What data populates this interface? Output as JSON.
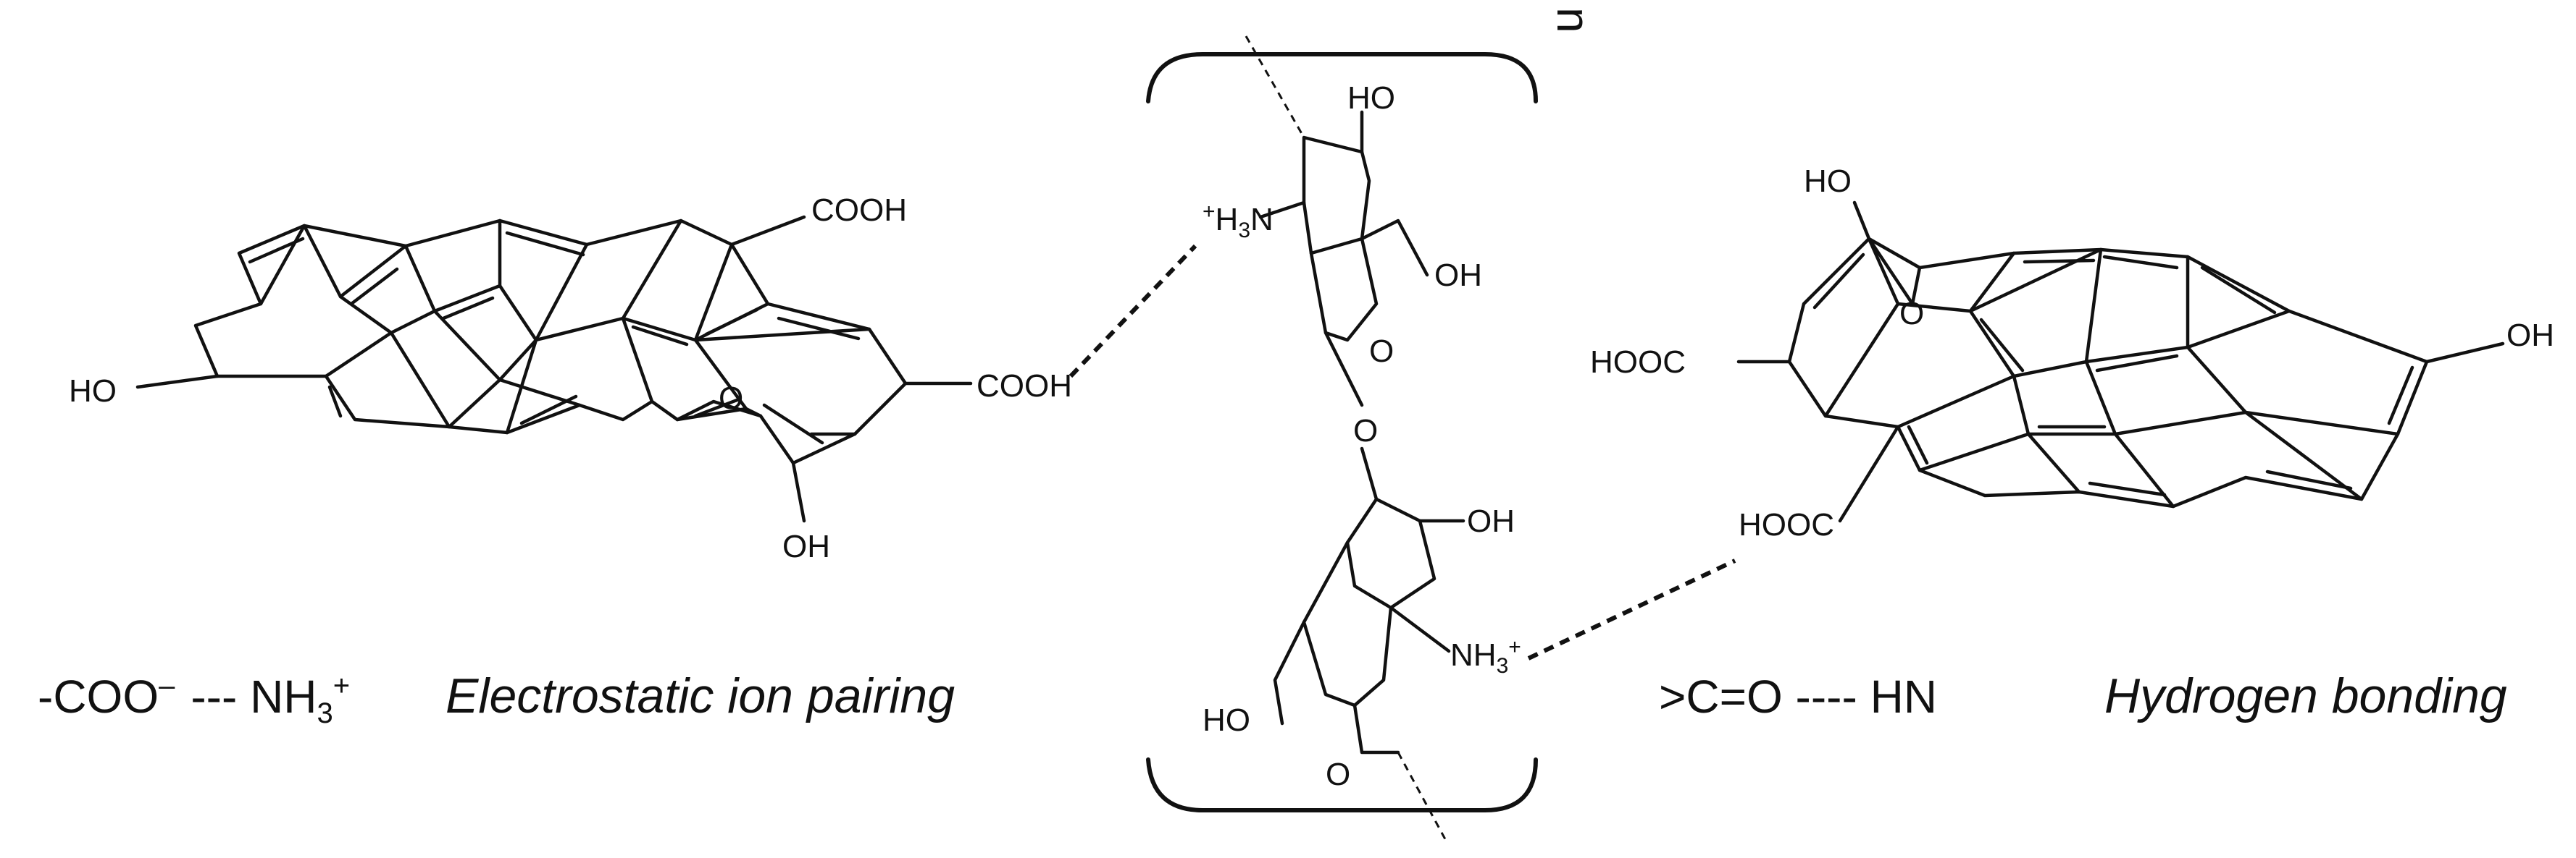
{
  "left_sheet": {
    "cooh_top": "COOH",
    "cooh_mid": "COOH",
    "ho_left": "HO",
    "oh_bottom": "OH",
    "o_epoxide": "O"
  },
  "chitosan": {
    "ho_top": "HO",
    "h3n_top": "H",
    "h3n_top_n": "N",
    "oh_ch2_top": "OH",
    "o_ring_top": "O",
    "o_glycosidic": "O",
    "oh_bottom": "OH",
    "nh3_bottom": "NH",
    "ho_ch2_bottom": "HO",
    "o_ring_bottom": "O",
    "n_label": "n"
  },
  "right_sheet": {
    "ho_top": "HO",
    "o_epoxide": "O",
    "oh_right": "OH",
    "hooc_top": "HOOC",
    "hooc_bottom": "HOOC"
  },
  "captions": {
    "left_formula_a": "-COO",
    "left_formula_sup": "–",
    "left_formula_b": "--- NH",
    "left_formula_sub": "3",
    "left_formula_sup2": "+",
    "left_label": "Electrostatic ion pairing",
    "right_formula": ">C=O ---- HN",
    "right_label": "Hydrogen bonding"
  }
}
